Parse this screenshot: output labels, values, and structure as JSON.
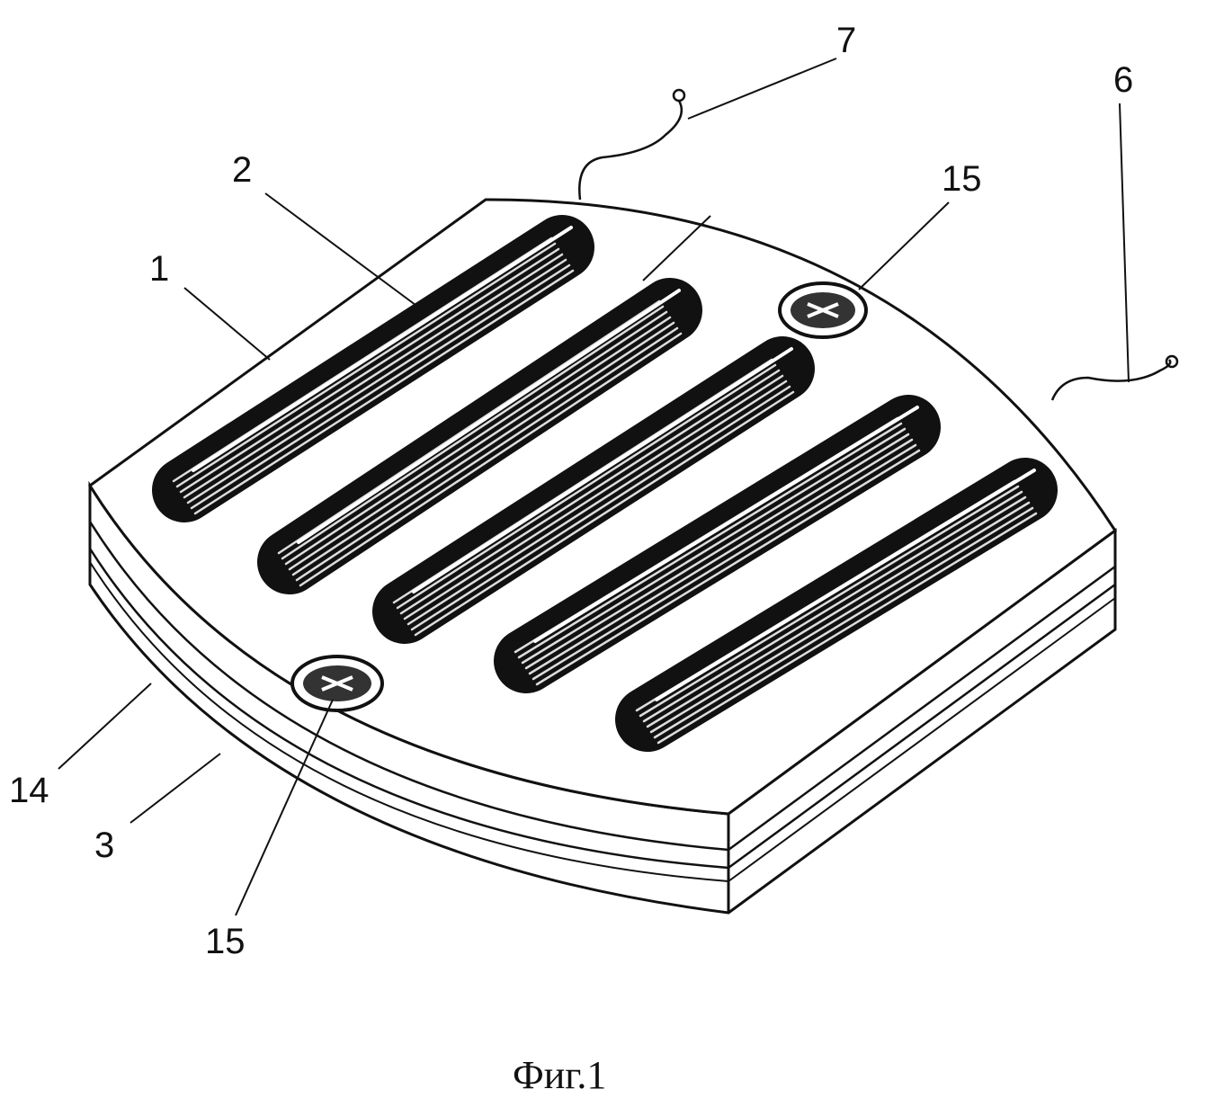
{
  "figure": {
    "caption": "Фиг.1",
    "labels": {
      "plate": "1",
      "slot": "2",
      "layer_3": "3",
      "layer_14": "14",
      "wire_6": "6",
      "wire_7": "7",
      "screw_top": "15",
      "screw_bottom": "15"
    },
    "slot_count": 5
  },
  "colors": {
    "ink": "#111111",
    "paper": "#ffffff"
  }
}
